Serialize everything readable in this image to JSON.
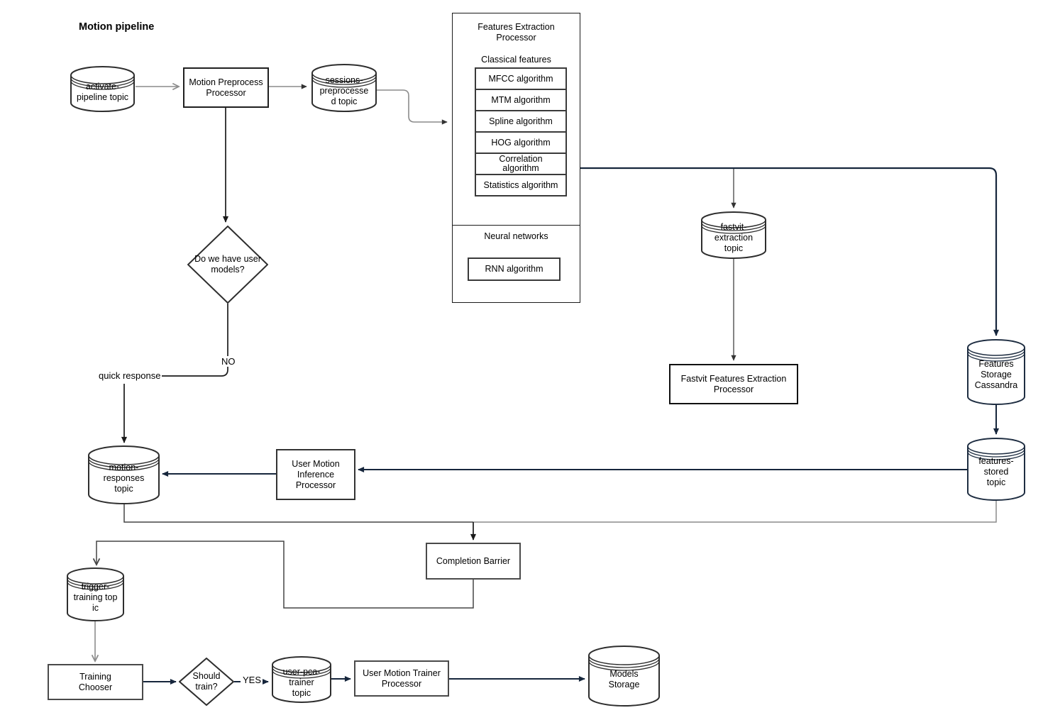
{
  "title": "Motion pipeline",
  "colors": {
    "background": "#ffffff",
    "edge_gray": "#8c8c8c",
    "edge_black": "#1a1a1a",
    "edge_navy": "#16263c",
    "edge_dark": "#454545",
    "edge_thin": "#333333",
    "shape_outline": "#2e2e2e",
    "shape_outline_navy": "#1f2e42",
    "shape_fill": "#ffffff",
    "text": "#000000"
  },
  "labels": {
    "no": "NO",
    "yes": "YES",
    "quick_response": "quick response"
  },
  "nodes": {
    "activate_pipeline_topic": {
      "label": "activate-\npipeline topic"
    },
    "motion_preprocess_processor": {
      "label": "Motion Preprocess\nProcessor"
    },
    "sessions_preprocessed_topic": {
      "label": "sessions-\npreprocesse\nd topic"
    },
    "features_extraction_processor": {
      "title": "Features Extraction\nProcessor",
      "classical_section_label": "Classical features",
      "classical_algorithms": [
        "MFCC algorithm",
        "MTM algorithm",
        "Spline algorithm",
        "HOG algorithm",
        "Correlation\nalgorithm",
        "Statistics algorithm"
      ],
      "neural_section_label": "Neural networks",
      "neural_algorithms": [
        "RNN algorithm"
      ]
    },
    "user_models_decision": {
      "label": "Do we have user\nmodels?"
    },
    "fastvit_extraction_topic": {
      "label": "fastvit-\nextraction\ntopic"
    },
    "fastvit_features_extraction_processor": {
      "label": "Fastvit Features Extraction\nProcessor"
    },
    "features_storage_cassandra": {
      "label": "Features\nStorage\nCassandra"
    },
    "features_stored_topic": {
      "label": "features-\nstored\ntopic"
    },
    "user_motion_inference_processor": {
      "label": "User Motion\nInference\nProcessor"
    },
    "motion_responses_topic": {
      "label": "motion-\nresponses\ntopic"
    },
    "completion_barrier": {
      "label": "Completion Barrier"
    },
    "trigger_training_topic": {
      "label": "trigger-\ntraining top\nic"
    },
    "training_chooser": {
      "label": "Training\nChooser"
    },
    "should_train_decision": {
      "label": "Should\ntrain?"
    },
    "user_pca_trainer_topic": {
      "label": "user-pca-\ntrainer\ntopic"
    },
    "user_motion_trainer_processor": {
      "label": "User Motion Trainer\nProcessor"
    },
    "models_storage": {
      "label": "Models\nStorage"
    }
  }
}
